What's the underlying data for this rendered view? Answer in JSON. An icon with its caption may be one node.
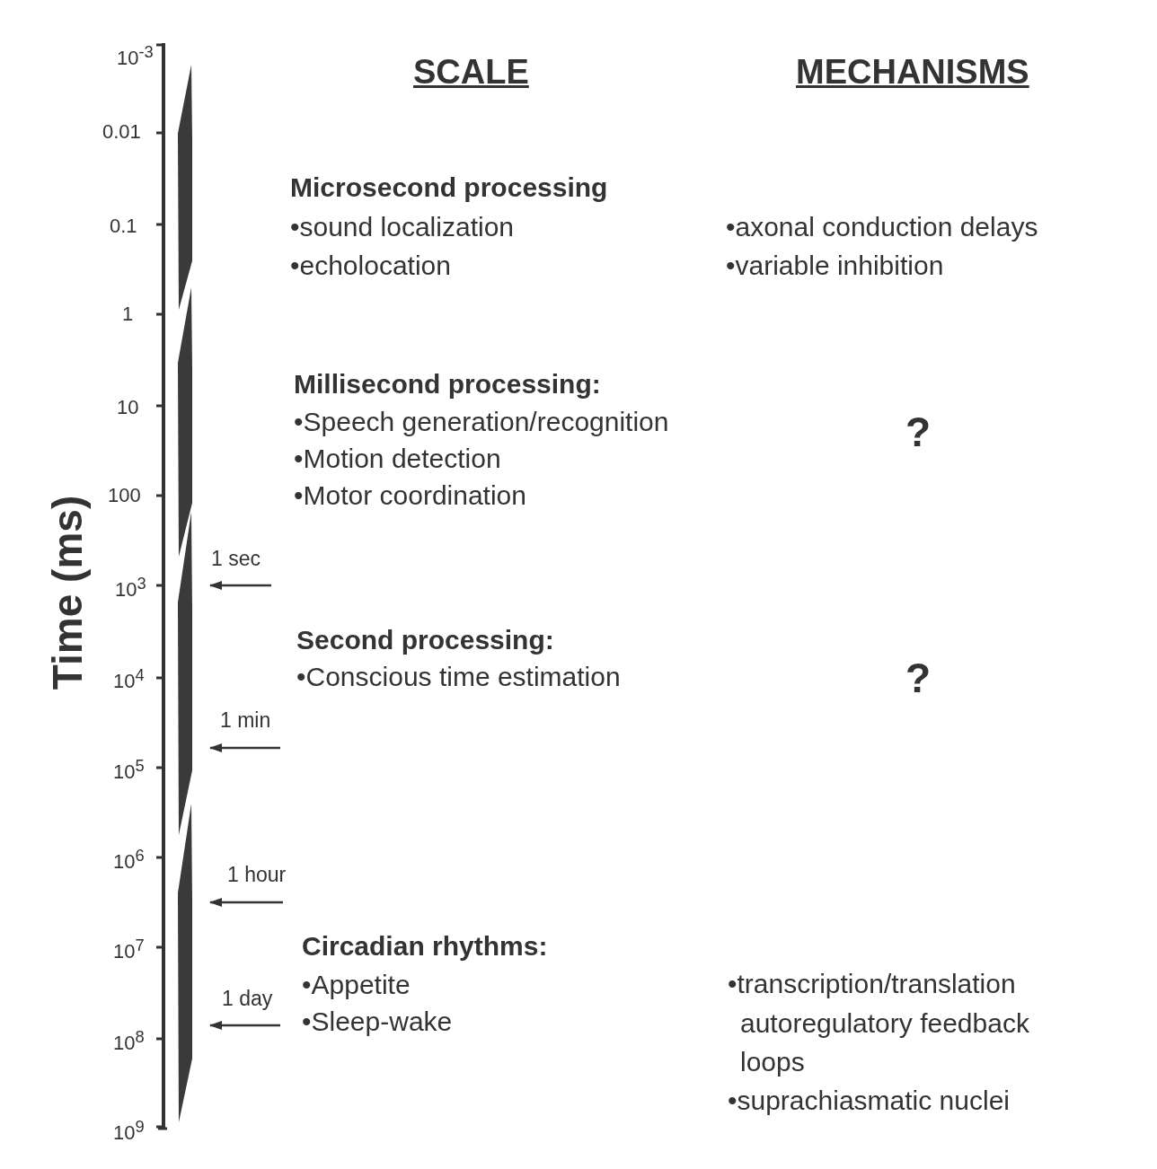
{
  "diagram": {
    "labels": [
      "Time (ms)",
      "10$^{-3}$",
      "0.01",
      "0.1",
      "1",
      "10",
      "100",
      "10$^{3}$",
      "10$^{4}$",
      "10$^{5}$",
      "10$^{6}$",
      "10$^{7}$",
      "10$^{8}$",
      "10$^{9}$",
      "SCALE",
      "MECHANISMS",
      "Microsecond processing",
      "•sound localization",
      "•echolocation",
      "•axonal conduction delays",
      "•variable inhibition",
      "Millisecond processing:",
      "•Speech generation/recognition",
      "•Motion detection",
      "•Motor coordination",
      "?",
      "1 sec",
      "Second processing:",
      "•Conscious time estimation",
      "?",
      "1 min",
      "1 hour",
      "Circadian rhythms:",
      "•Appetite",
      "•Sleep-wake",
      "•transcription/translation autoregulatory feedback loops",
      "•suprachiasmatic nuclei",
      "1 day"
    ]
  }
}
